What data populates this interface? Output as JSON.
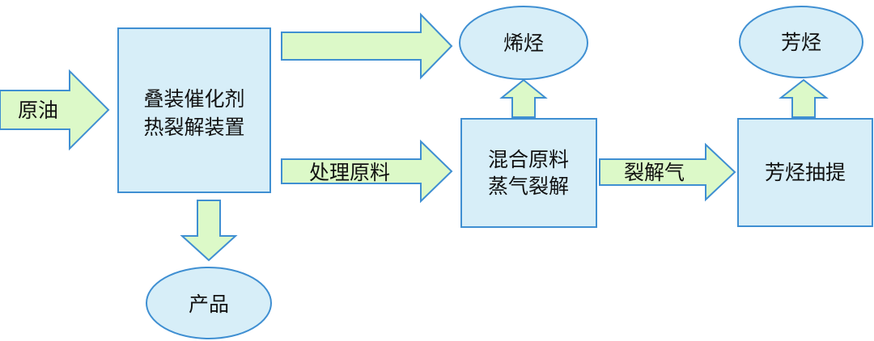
{
  "nodes": {
    "crude_oil": "原油",
    "dcc_unit_line1": "叠装催化剂",
    "dcc_unit_line2": "热裂解装置",
    "products": "产品",
    "treated_feed": "处理原料",
    "olefins": "烯烃",
    "mixed_cracking_line1": "混合原料",
    "mixed_cracking_line2": "蒸气裂解",
    "cracked_gas": "裂解气",
    "aromatics": "芳烃",
    "aromatics_extraction": "芳烃抽提"
  }
}
